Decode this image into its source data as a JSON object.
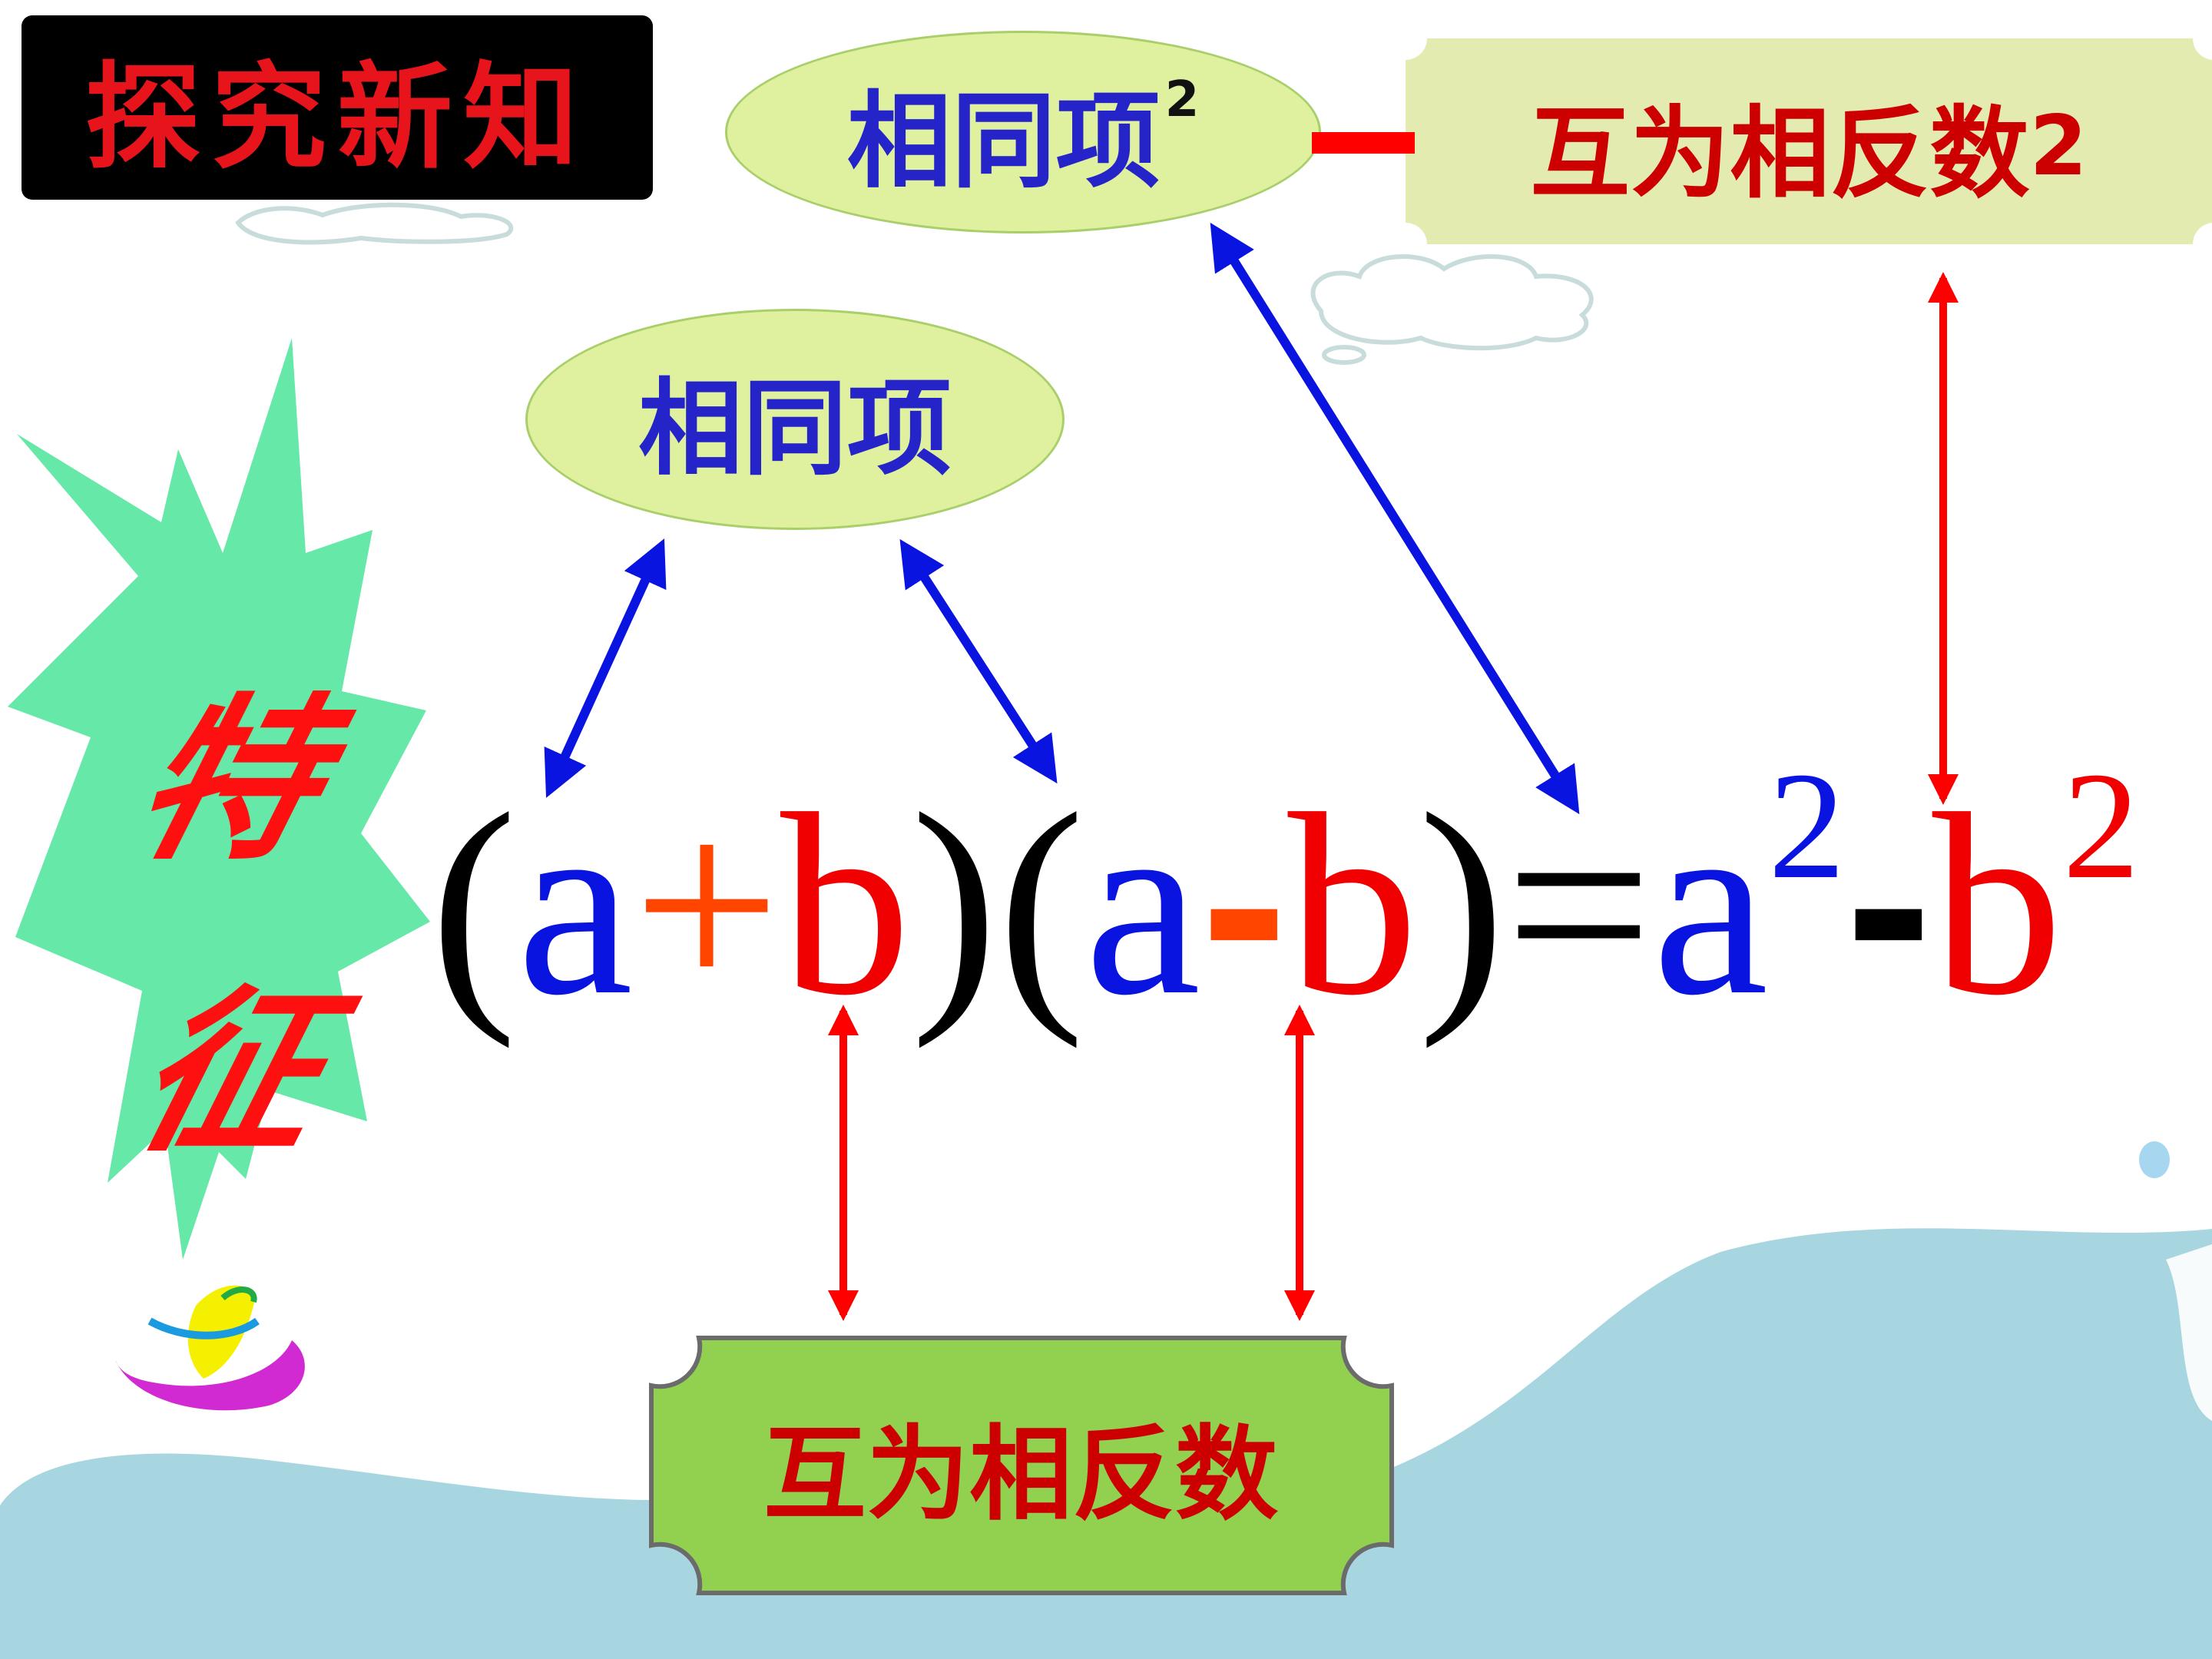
{
  "slide": {
    "title": "探究新知",
    "side_label": [
      "特",
      "征"
    ],
    "ellipse_top": {
      "text": "相同项",
      "sup": "2"
    },
    "ellipse_mid": {
      "text": "相同项"
    },
    "ticket_top": {
      "text": "互为相反数",
      "sup": "2"
    },
    "ticket_bottom": {
      "text": "互为相反数"
    },
    "formula": {
      "lparen1": "(",
      "a1": "a",
      "plus": "+",
      "b1": "b",
      "rparen1": ")",
      "lparen2": "(",
      "a2": "a",
      "minus1": "-",
      "b2": "b",
      "rparen2": ")",
      "equals": "=",
      "a3": "a",
      "exp_a": "2",
      "minus2": "-",
      "b3": "b",
      "exp_b": "2"
    }
  },
  "colors": {
    "blue": "#0a14e0",
    "red": "#f00000",
    "ellipse_fill": "#dff09e",
    "ticket_top_fill": "#e3ebb0",
    "ticket_bottom_fill": "#92d050",
    "starburst": "#66e8a8",
    "wave": "#a8d6e0"
  },
  "icons": [
    "starburst-shape",
    "cloud-icon",
    "logo-icon",
    "wave-background"
  ]
}
